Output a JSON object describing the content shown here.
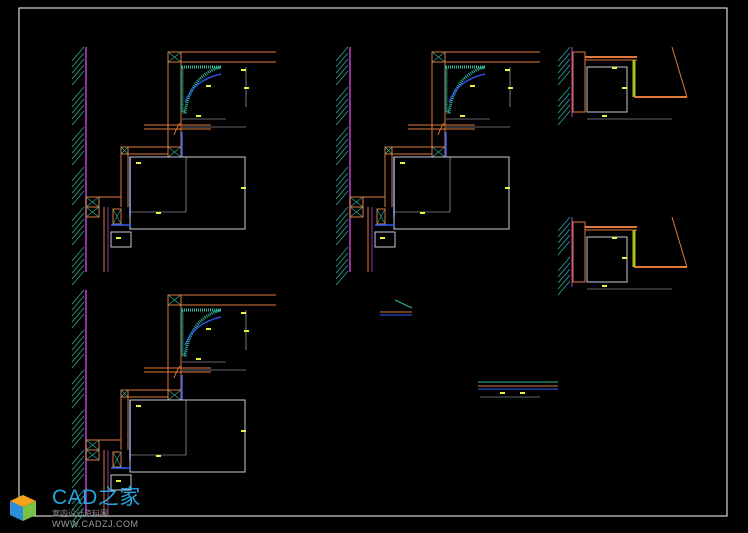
{
  "drawing": {
    "colors": {
      "background": "#000000",
      "frame": "#ffffff",
      "wall": "#e0783c",
      "hatch": "#2fb8a0",
      "dimension": "#c8c8d8",
      "dim_text": "#f0f040",
      "wall_line": "#c040d0",
      "blue": "#3060ff"
    }
  },
  "watermark": {
    "title": "CAD之家",
    "subtitle": "室内设计资料网",
    "url": "WWW.CADZJ.COM"
  }
}
